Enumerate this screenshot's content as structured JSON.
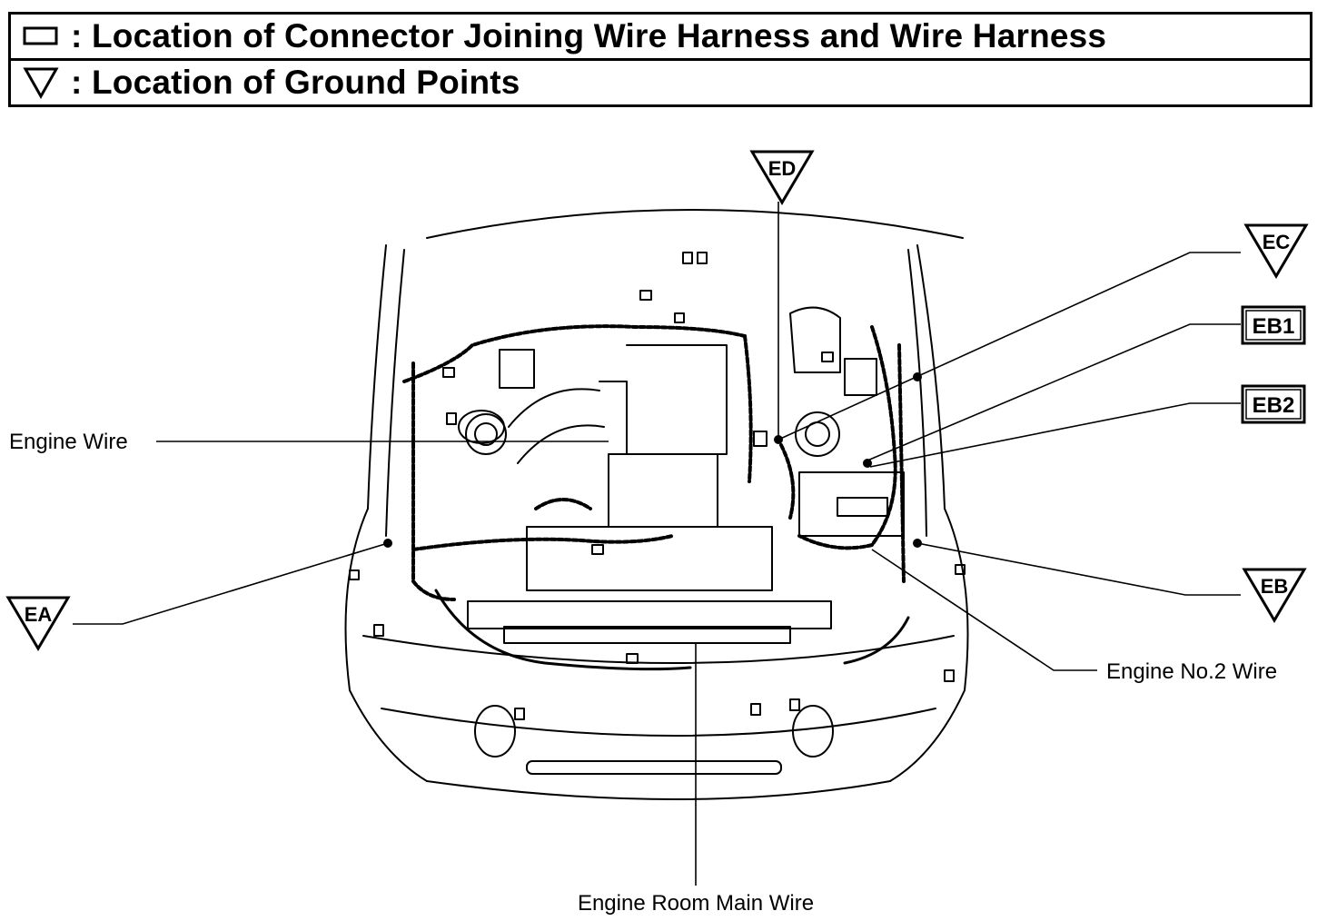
{
  "legend": {
    "connector_text": ": Location of Connector Joining Wire Harness and Wire Harness",
    "ground_text": ": Location of Ground Points",
    "connector_symbol_icon": "rectangle-icon",
    "ground_symbol_icon": "down-triangle-icon"
  },
  "ground_points": {
    "ed": "ED",
    "ec": "EC",
    "ea": "EA",
    "eb": "EB"
  },
  "connectors": {
    "eb1": "EB1",
    "eb2": "EB2"
  },
  "wires": {
    "engine_wire": "Engine Wire",
    "engine_no2_wire": "Engine No.2 Wire",
    "engine_room_main_wire": "Engine Room Main Wire"
  }
}
